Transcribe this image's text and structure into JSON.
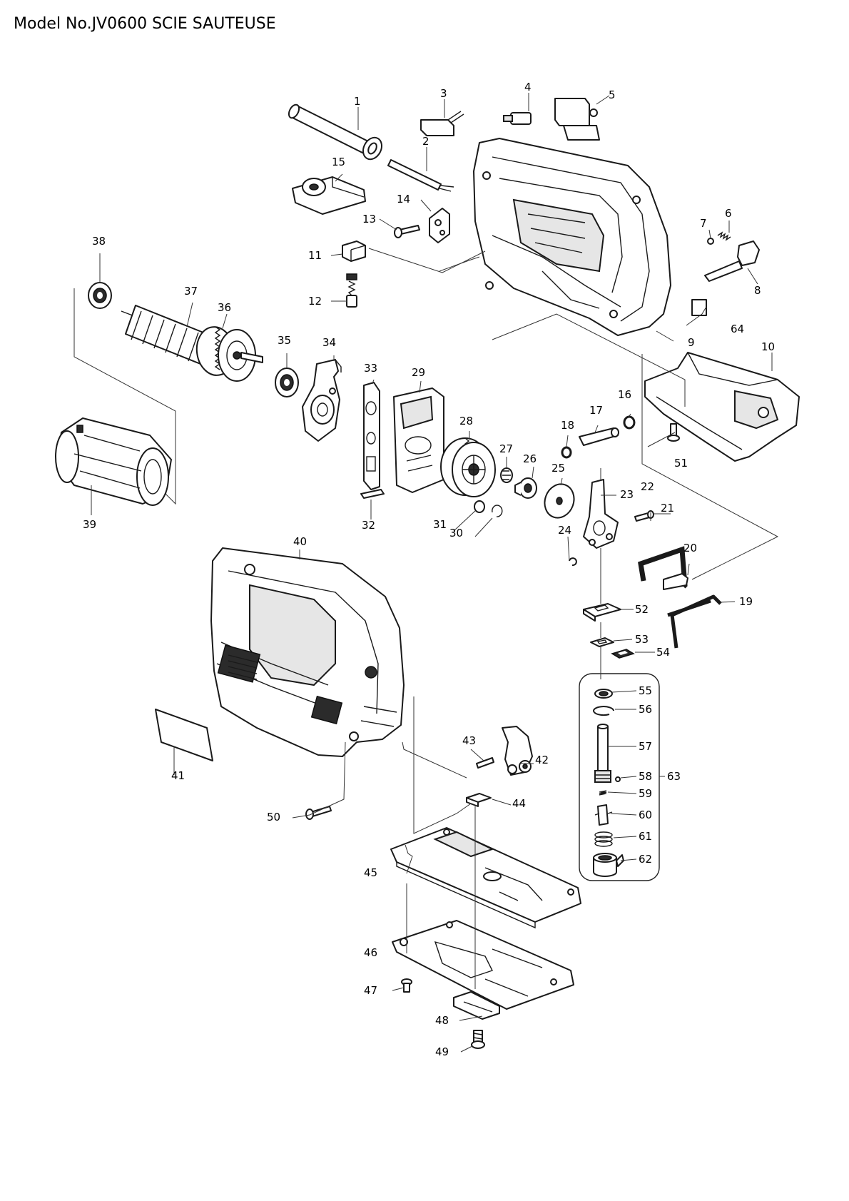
{
  "title": "Model No.JV0600 SCIE SAUTEUSE",
  "callouts": [
    {
      "id": "1",
      "text": "1"
    },
    {
      "id": "2",
      "text": "2"
    },
    {
      "id": "3",
      "text": "3"
    },
    {
      "id": "4",
      "text": "4"
    },
    {
      "id": "5",
      "text": "5"
    },
    {
      "id": "6",
      "text": "6"
    },
    {
      "id": "7",
      "text": "7"
    },
    {
      "id": "8",
      "text": "8"
    },
    {
      "id": "9",
      "text": "9"
    },
    {
      "id": "10",
      "text": "10"
    },
    {
      "id": "11",
      "text": "11"
    },
    {
      "id": "12",
      "text": "12"
    },
    {
      "id": "13",
      "text": "13"
    },
    {
      "id": "14",
      "text": "14"
    },
    {
      "id": "15",
      "text": "15"
    },
    {
      "id": "16",
      "text": "16"
    },
    {
      "id": "17",
      "text": "17"
    },
    {
      "id": "18",
      "text": "18"
    },
    {
      "id": "19",
      "text": "19"
    },
    {
      "id": "20",
      "text": "20"
    },
    {
      "id": "21",
      "text": "21"
    },
    {
      "id": "22",
      "text": "22"
    },
    {
      "id": "23",
      "text": "23"
    },
    {
      "id": "24",
      "text": "24"
    },
    {
      "id": "25",
      "text": "25"
    },
    {
      "id": "26",
      "text": "26"
    },
    {
      "id": "27",
      "text": "27"
    },
    {
      "id": "28",
      "text": "28"
    },
    {
      "id": "29",
      "text": "29"
    },
    {
      "id": "30",
      "text": "30"
    },
    {
      "id": "31",
      "text": "31"
    },
    {
      "id": "32",
      "text": "32"
    },
    {
      "id": "33",
      "text": "33"
    },
    {
      "id": "34",
      "text": "34"
    },
    {
      "id": "35",
      "text": "35"
    },
    {
      "id": "36",
      "text": "36"
    },
    {
      "id": "37",
      "text": "37"
    },
    {
      "id": "38",
      "text": "38"
    },
    {
      "id": "39",
      "text": "39"
    },
    {
      "id": "40",
      "text": "40"
    },
    {
      "id": "41",
      "text": "41"
    },
    {
      "id": "42",
      "text": "42"
    },
    {
      "id": "43",
      "text": "43"
    },
    {
      "id": "44",
      "text": "44"
    },
    {
      "id": "45",
      "text": "45"
    },
    {
      "id": "46",
      "text": "46"
    },
    {
      "id": "47",
      "text": "47"
    },
    {
      "id": "48",
      "text": "48"
    },
    {
      "id": "49",
      "text": "49"
    },
    {
      "id": "50",
      "text": "50"
    },
    {
      "id": "51",
      "text": "51"
    },
    {
      "id": "52",
      "text": "52"
    },
    {
      "id": "53",
      "text": "53"
    },
    {
      "id": "54",
      "text": "54"
    },
    {
      "id": "55",
      "text": "55"
    },
    {
      "id": "56",
      "text": "56"
    },
    {
      "id": "57",
      "text": "57"
    },
    {
      "id": "58",
      "text": "58"
    },
    {
      "id": "59",
      "text": "59"
    },
    {
      "id": "60",
      "text": "60"
    },
    {
      "id": "61",
      "text": "61"
    },
    {
      "id": "62",
      "text": "62"
    },
    {
      "id": "63",
      "text": "63"
    },
    {
      "id": "64",
      "text": "64"
    }
  ]
}
